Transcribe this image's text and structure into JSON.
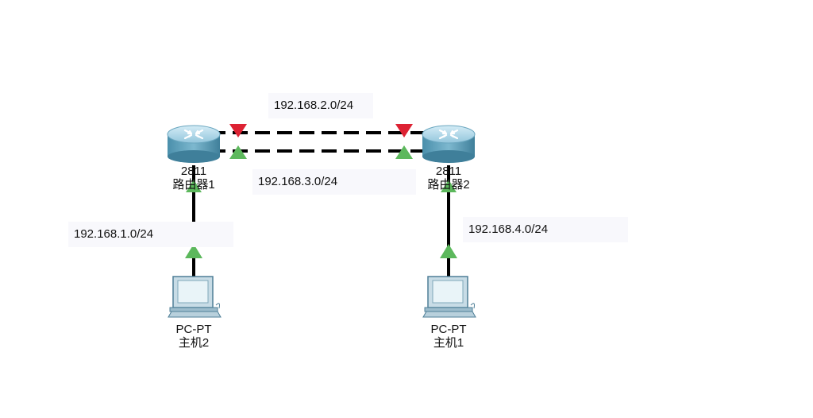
{
  "devices": {
    "router1": {
      "model": "2811",
      "name": "路由器1"
    },
    "router2": {
      "model": "2811",
      "name": "路由器2"
    },
    "pc2": {
      "model": "PC-PT",
      "name": "主机2"
    },
    "pc1": {
      "model": "PC-PT",
      "name": "主机1"
    }
  },
  "networks": {
    "net_2": "192.168.2.0/24",
    "net_3": "192.168.3.0/24",
    "net_1": "192.168.1.0/24",
    "net_4": "192.168.4.0/24"
  },
  "colors": {
    "link_up": "#5cb85c",
    "link_down": "#dd2233",
    "cable": "#000000",
    "note_bg": "#f8f8fc"
  }
}
